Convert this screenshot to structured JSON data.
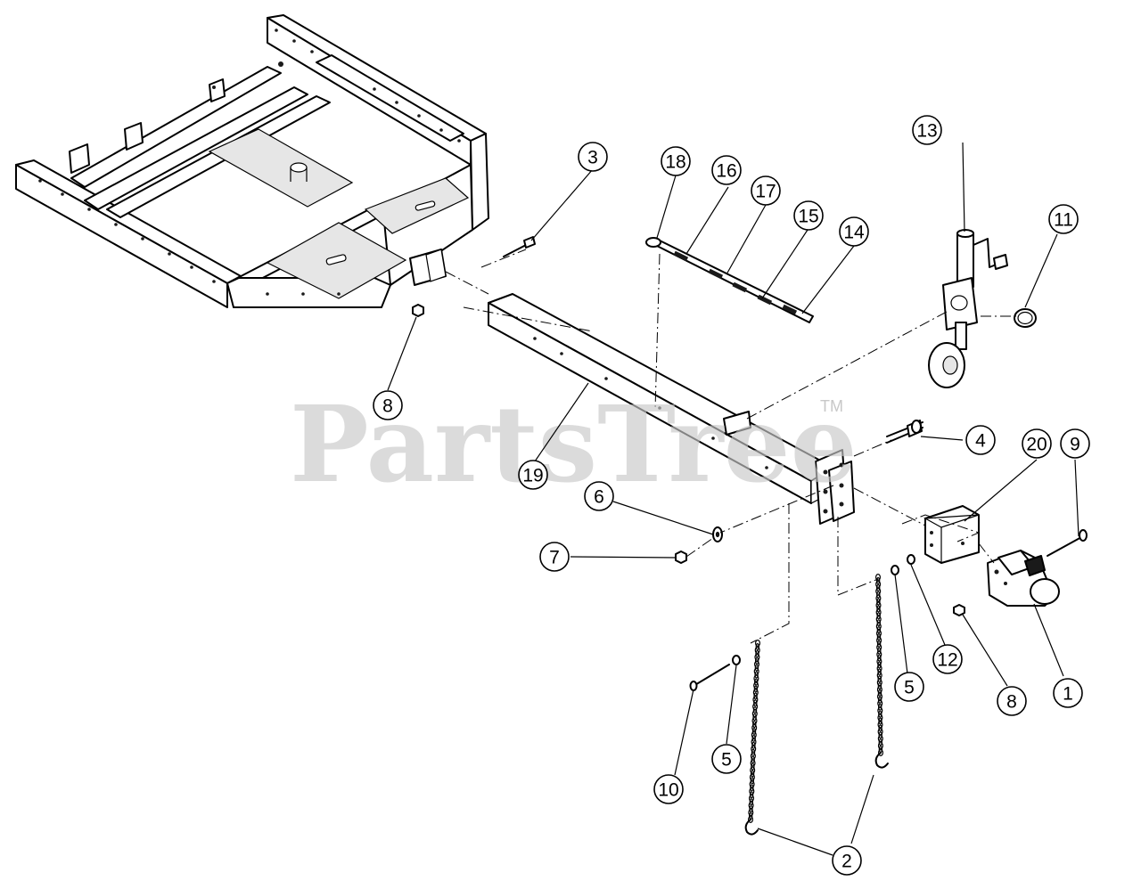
{
  "watermark": {
    "text": "PartsTree",
    "trademark": "TM"
  },
  "callouts": [
    {
      "id": "c1",
      "label": "1"
    },
    {
      "id": "c2",
      "label": "2"
    },
    {
      "id": "c3",
      "label": "3"
    },
    {
      "id": "c4",
      "label": "4"
    },
    {
      "id": "c5a",
      "label": "5"
    },
    {
      "id": "c5b",
      "label": "5"
    },
    {
      "id": "c6",
      "label": "6"
    },
    {
      "id": "c7",
      "label": "7"
    },
    {
      "id": "c8a",
      "label": "8"
    },
    {
      "id": "c8b",
      "label": "8"
    },
    {
      "id": "c9",
      "label": "9"
    },
    {
      "id": "c10",
      "label": "10"
    },
    {
      "id": "c11",
      "label": "11"
    },
    {
      "id": "c12",
      "label": "12"
    },
    {
      "id": "c13",
      "label": "13"
    },
    {
      "id": "c14",
      "label": "14"
    },
    {
      "id": "c15",
      "label": "15"
    },
    {
      "id": "c16",
      "label": "16"
    },
    {
      "id": "c17",
      "label": "17"
    },
    {
      "id": "c18",
      "label": "18"
    },
    {
      "id": "c19",
      "label": "19"
    },
    {
      "id": "c20",
      "label": "20"
    }
  ]
}
